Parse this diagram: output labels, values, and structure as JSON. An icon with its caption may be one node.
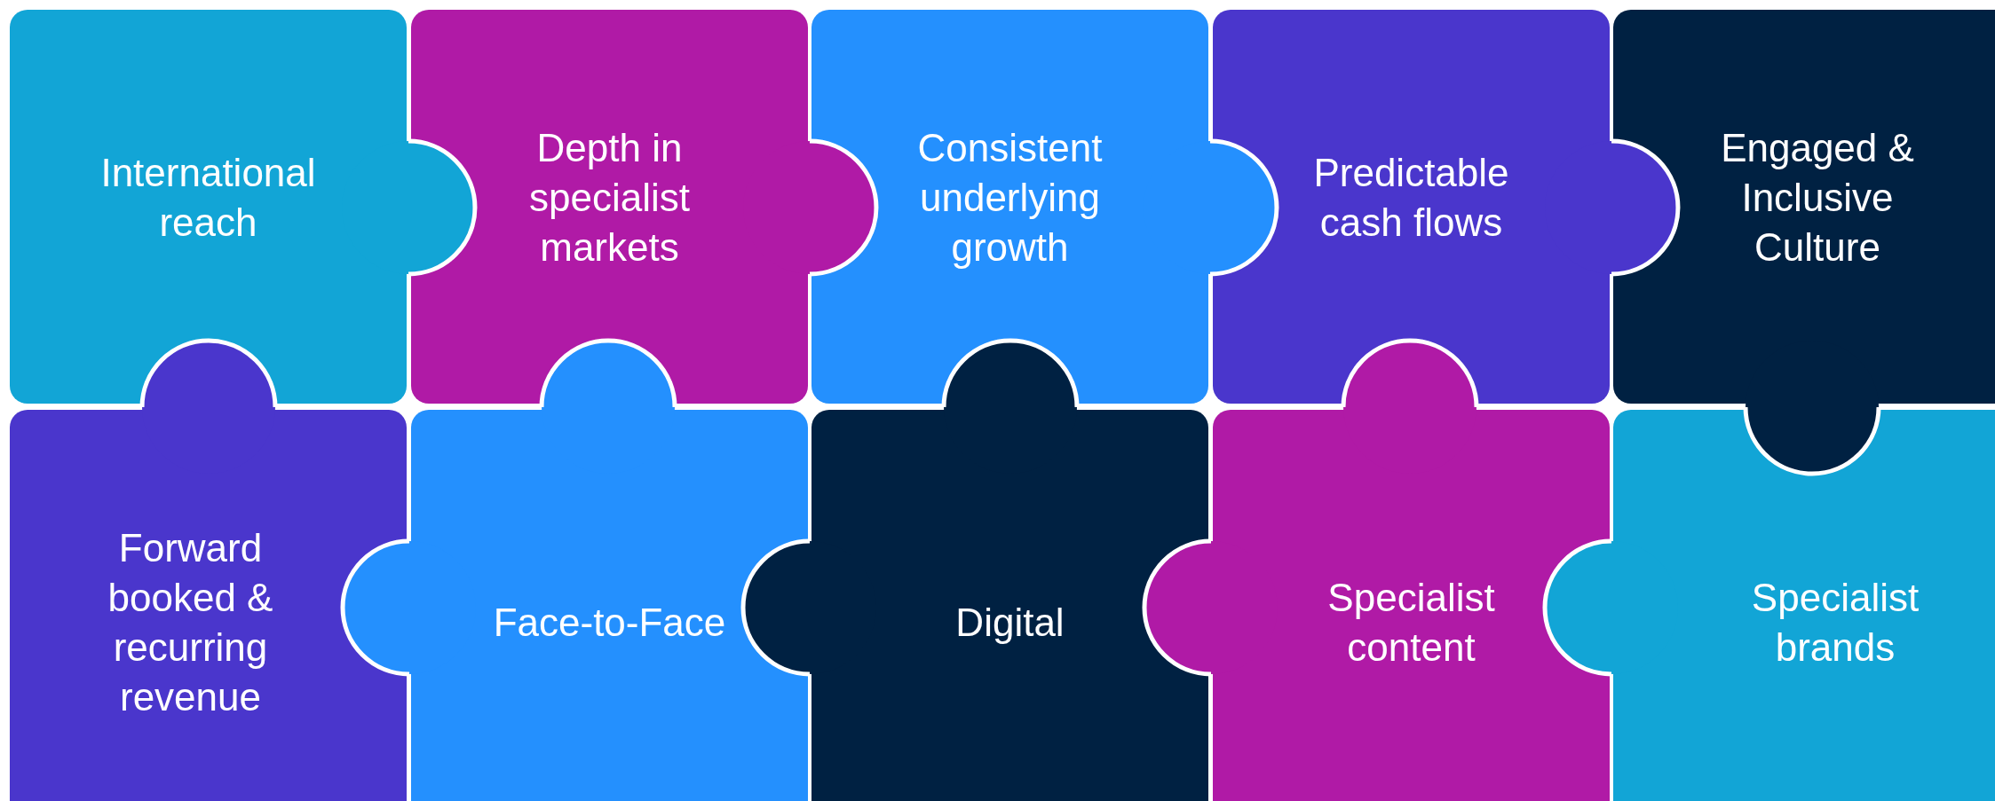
{
  "diagram": {
    "nodes": [
      {
        "text": [
          "International reach"
        ]
      },
      {
        "text": [
          "Depth in specialist markets"
        ]
      },
      {
        "text": [
          "Consistent underlying growth"
        ]
      },
      {
        "text": [
          "Predictable cash flows"
        ]
      },
      {
        "text": [
          "Engaged & Inclusive Culture"
        ]
      },
      {
        "text": [
          "Forward booked & recurring revenue"
        ]
      },
      {
        "text": [
          "Face-to-Face"
        ]
      },
      {
        "text": [
          "Digital"
        ]
      },
      {
        "text": [
          "Specialist content"
        ]
      },
      {
        "text": [
          "Specialist brands"
        ]
      }
    ]
  }
}
